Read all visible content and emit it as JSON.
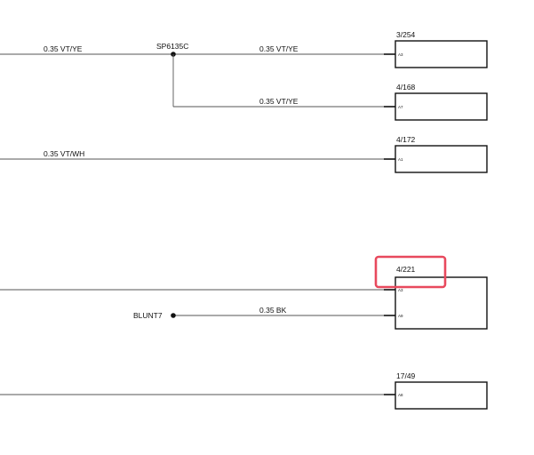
{
  "splice": {
    "label": "SP6135C"
  },
  "ground": {
    "label": "BLUNT7"
  },
  "wires": [
    {
      "label": "0.35 VT/YE"
    },
    {
      "label": "0.35 VT/YE"
    },
    {
      "label": "0.35 VT/YE"
    },
    {
      "label": "0.35 VT/WH"
    },
    {
      "label": "0.35 BK"
    }
  ],
  "connectors": [
    {
      "ref": "3/254",
      "pin": "A3"
    },
    {
      "ref": "4/168",
      "pin": "A7"
    },
    {
      "ref": "4/172",
      "pin": "A1"
    },
    {
      "ref": "4/221",
      "pins": [
        "A3",
        "A9"
      ]
    },
    {
      "ref": "17/49",
      "pin": "A8"
    }
  ],
  "highlight": {
    "color": "#e8495d",
    "target": "4/221"
  }
}
